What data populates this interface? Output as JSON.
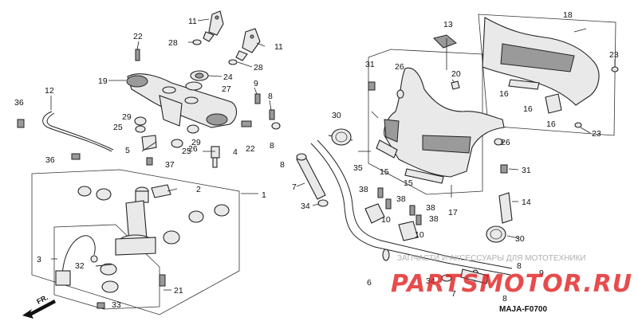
{
  "diagram": {
    "callouts": [
      "1",
      "2",
      "3",
      "4",
      "5",
      "6",
      "7",
      "8",
      "9",
      "10",
      "11",
      "12",
      "13",
      "14",
      "15",
      "16",
      "17",
      "18",
      "19",
      "20",
      "21",
      "22",
      "23",
      "24",
      "25",
      "26",
      "27",
      "28",
      "29",
      "30",
      "31",
      "32",
      "33",
      "34",
      "35",
      "36",
      "37",
      "38"
    ],
    "watermark_text": "ЗАПЧАСТИ И АКСЕССУАРЫ ДЛЯ МОТОТЕХНИКИ",
    "logo_text": "PARTSMOTOR.RU",
    "diagram_code": "MAJA-F0700",
    "direction_label": "FR."
  }
}
